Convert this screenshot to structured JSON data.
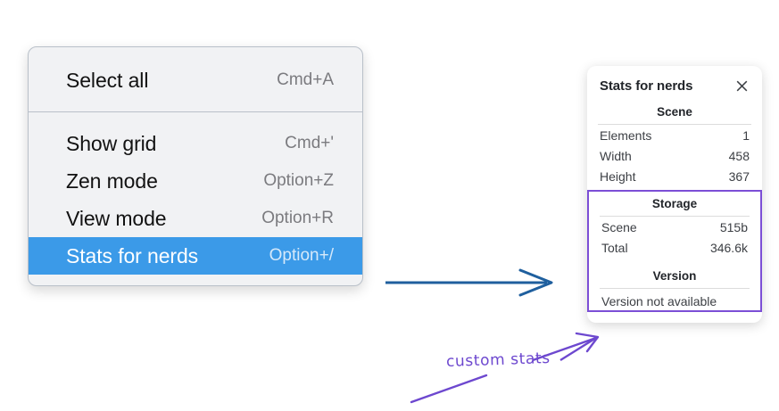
{
  "context_menu": {
    "groups": [
      {
        "items": [
          {
            "label": "Select all",
            "shortcut": "Cmd+A",
            "selected": false
          }
        ]
      },
      {
        "items": [
          {
            "label": "Show grid",
            "shortcut": "Cmd+'",
            "selected": false
          },
          {
            "label": "Zen mode",
            "shortcut": "Option+Z",
            "selected": false
          },
          {
            "label": "View mode",
            "shortcut": "Option+R",
            "selected": false
          },
          {
            "label": "Stats for nerds",
            "shortcut": "Option+/",
            "selected": true
          }
        ]
      }
    ],
    "highlight_color": "#3b9ae8"
  },
  "stats_panel": {
    "title": "Stats for nerds",
    "close_icon": "close-icon",
    "scene": {
      "heading": "Scene",
      "rows": [
        {
          "label": "Elements",
          "value": "1"
        },
        {
          "label": "Width",
          "value": "458"
        },
        {
          "label": "Height",
          "value": "367"
        }
      ]
    },
    "storage": {
      "heading": "Storage",
      "rows": [
        {
          "label": "Scene",
          "value": "515b"
        },
        {
          "label": "Total",
          "value": "346.6k"
        }
      ]
    },
    "version": {
      "heading": "Version",
      "text": "Version not available"
    },
    "highlight_border_color": "#7c4fd6"
  },
  "annotations": {
    "custom_stats_label": "custom stats",
    "blue_arrow_color": "#1f5f9e",
    "purple_color": "#6d48cf"
  }
}
